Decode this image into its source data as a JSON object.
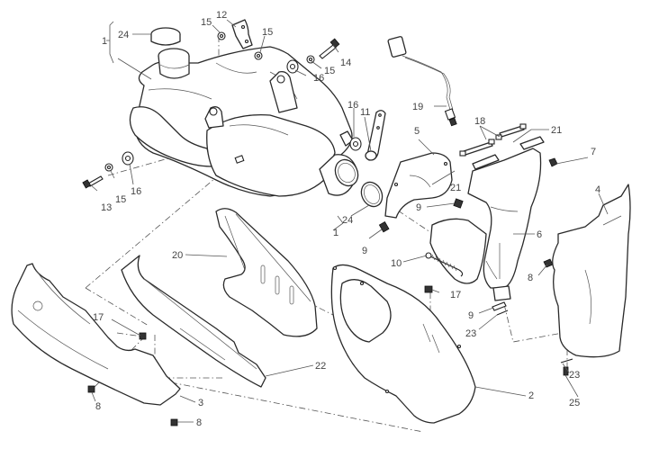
{
  "diagram": {
    "title": "Exhaust system exploded view",
    "line_color": "#2a2a2a",
    "label_color": "#444444",
    "background": "#ffffff",
    "callouts": [
      {
        "id": "c1a",
        "label": "1"
      },
      {
        "id": "c24a",
        "label": "24"
      },
      {
        "id": "c15a",
        "label": "15"
      },
      {
        "id": "c12",
        "label": "12"
      },
      {
        "id": "c15b",
        "label": "15"
      },
      {
        "id": "c14",
        "label": "14"
      },
      {
        "id": "c15c",
        "label": "15"
      },
      {
        "id": "c16a",
        "label": "16"
      },
      {
        "id": "c19",
        "label": "19"
      },
      {
        "id": "c16b",
        "label": "16"
      },
      {
        "id": "c11",
        "label": "11"
      },
      {
        "id": "c5",
        "label": "5"
      },
      {
        "id": "c18",
        "label": "18"
      },
      {
        "id": "c21a",
        "label": "21"
      },
      {
        "id": "c7",
        "label": "7"
      },
      {
        "id": "c21b",
        "label": "21"
      },
      {
        "id": "c9a",
        "label": "9"
      },
      {
        "id": "c4",
        "label": "4"
      },
      {
        "id": "c13",
        "label": "13"
      },
      {
        "id": "c15d",
        "label": "15"
      },
      {
        "id": "c16c",
        "label": "16"
      },
      {
        "id": "c24b",
        "label": "24"
      },
      {
        "id": "c1b",
        "label": "1"
      },
      {
        "id": "c9b",
        "label": "9"
      },
      {
        "id": "c6",
        "label": "6"
      },
      {
        "id": "c20",
        "label": "20"
      },
      {
        "id": "c10",
        "label": "10"
      },
      {
        "id": "c8a",
        "label": "8"
      },
      {
        "id": "c17a",
        "label": "17"
      },
      {
        "id": "c9c",
        "label": "9"
      },
      {
        "id": "c23a",
        "label": "23"
      },
      {
        "id": "c17b",
        "label": "17"
      },
      {
        "id": "c22",
        "label": "22"
      },
      {
        "id": "c2",
        "label": "2"
      },
      {
        "id": "c23b",
        "label": "23"
      },
      {
        "id": "c25",
        "label": "25"
      },
      {
        "id": "c8b",
        "label": "8"
      },
      {
        "id": "c3",
        "label": "3"
      },
      {
        "id": "c8c",
        "label": "8"
      }
    ]
  }
}
